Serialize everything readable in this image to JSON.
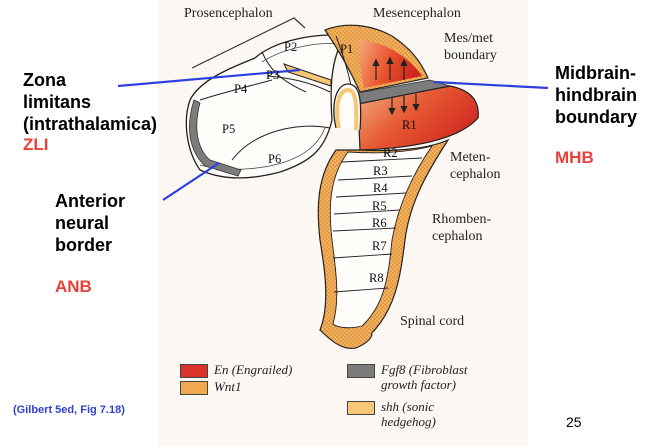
{
  "colors": {
    "engrailed": "#d9332a",
    "wnt1": "#f0a94e",
    "fgf8": "#7c7c7c",
    "shh": "#f7c775",
    "pointer_line": "#2d3fdc",
    "abbreviation": "#e8403a",
    "citation": "#2f3fcf"
  },
  "figure": {
    "regions": {
      "prosencephalon": "Prosencephalon",
      "mesencephalon": "Mesencephalon",
      "mes_met": "Mes/met",
      "boundary": "boundary",
      "metencephalon_1": "Meten-",
      "metencephalon_2": "cephalon",
      "rhombencephalon_1": "Rhomben-",
      "rhombencephalon_2": "cephalon",
      "spinal_cord": "Spinal cord"
    },
    "segments": {
      "p1": "P1",
      "p2": "P2",
      "p3": "P3",
      "p4": "P4",
      "p5": "P5",
      "p6": "P6",
      "r1": "R1",
      "r2": "R2",
      "r3": "R3",
      "r4": "R4",
      "r5": "R5",
      "r6": "R6",
      "r7": "R7",
      "r8": "R8"
    },
    "legend": {
      "en": "En (Engrailed)",
      "wnt1": "Wnt1",
      "fgf8_1": "Fgf8  (Fibroblast",
      "fgf8_2": "growth factor)",
      "shh_1": "shh (sonic",
      "shh_2": "hedgehog)"
    }
  },
  "annotations": {
    "zli": {
      "line1": "Zona",
      "line2": "limitans",
      "line3": "(intrathalamica)",
      "abbr": "ZLI"
    },
    "anb": {
      "line1": "Anterior",
      "line2": "neural",
      "line3": "border",
      "abbr": "ANB"
    },
    "mhb": {
      "line1": "Midbrain-",
      "line2": "hindbrain",
      "line3": "boundary",
      "abbr": "MHB"
    }
  },
  "citation": "(Gilbert 5ed, Fig 7.18)",
  "page_number": "25"
}
